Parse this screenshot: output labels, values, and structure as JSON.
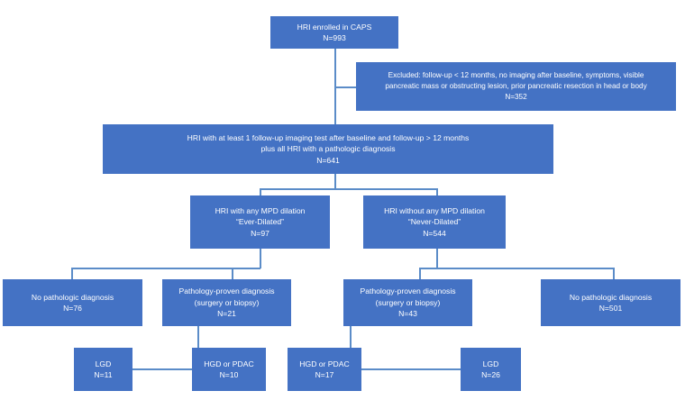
{
  "diagram": {
    "title": "HRI enrolled in CAPS cohort flow diagram",
    "accent_color": "#4472C4",
    "connector_color": "#5B8CC8",
    "text_color": "#FFFFFF",
    "background_color": "#FFFFFF"
  },
  "nodes": {
    "enrolled": {
      "line1": "HRI enrolled in CAPS",
      "line2": "N=993"
    },
    "excluded": {
      "line1": "Excluded: follow-up < 12 months, no imaging after baseline, symptoms, visible",
      "line2": "pancreatic mass or obstructing lesion, prior pancreatic resection in head or body",
      "line3": "N=352"
    },
    "included": {
      "line1": "HRI with at least 1 follow-up imaging test after baseline and follow-up > 12 months",
      "line2": "plus all HRI with a pathologic diagnosis",
      "line3": "N=641"
    },
    "ever_dilated": {
      "line1": "HRI with any MPD dilation",
      "line2": "“Ever-Dilated”",
      "line3": "N=97"
    },
    "never_dilated": {
      "line1": "HRI without any MPD dilation",
      "line2": "“Never-Dilated”",
      "line3": "N=544"
    },
    "ever_no_path": {
      "line1": "No pathologic diagnosis",
      "line2": "N=76"
    },
    "ever_path": {
      "line1": "Pathology-proven diagnosis",
      "line2": "(surgery or biopsy)",
      "line3": "N=21"
    },
    "never_path": {
      "line1": "Pathology-proven diagnosis",
      "line2": "(surgery or biopsy)",
      "line3": "N=43"
    },
    "never_no_path": {
      "line1": "No pathologic diagnosis",
      "line2": "N=501"
    },
    "ever_lgd": {
      "line1": "LGD",
      "line2": "N=11"
    },
    "ever_hgd": {
      "line1": "HGD or PDAC",
      "line2": "N=10"
    },
    "never_hgd": {
      "line1": "HGD or PDAC",
      "line2": "N=17"
    },
    "never_lgd": {
      "line1": "LGD",
      "line2": "N=26"
    }
  }
}
